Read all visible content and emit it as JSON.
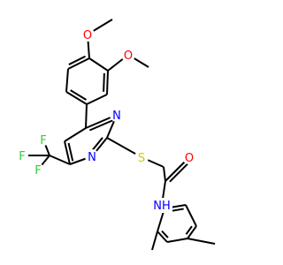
{
  "colors": {
    "bond": "#000000",
    "oxygen": "#ff0000",
    "nitrogen": "#0000ff",
    "sulfur": "#cccc00",
    "fluorine": "#33cc33",
    "carbon": "#000000",
    "background": "#ffffff"
  },
  "atoms": {
    "o_methoxy_top": "O",
    "o_methoxy_right": "O",
    "n_ring_right": "N",
    "n_ring_left": "N",
    "s_thioether": "S",
    "o_carbonyl": "O",
    "nh_amide": "NH",
    "f_top": "F",
    "f_left": "F",
    "f_bottom": "F"
  }
}
